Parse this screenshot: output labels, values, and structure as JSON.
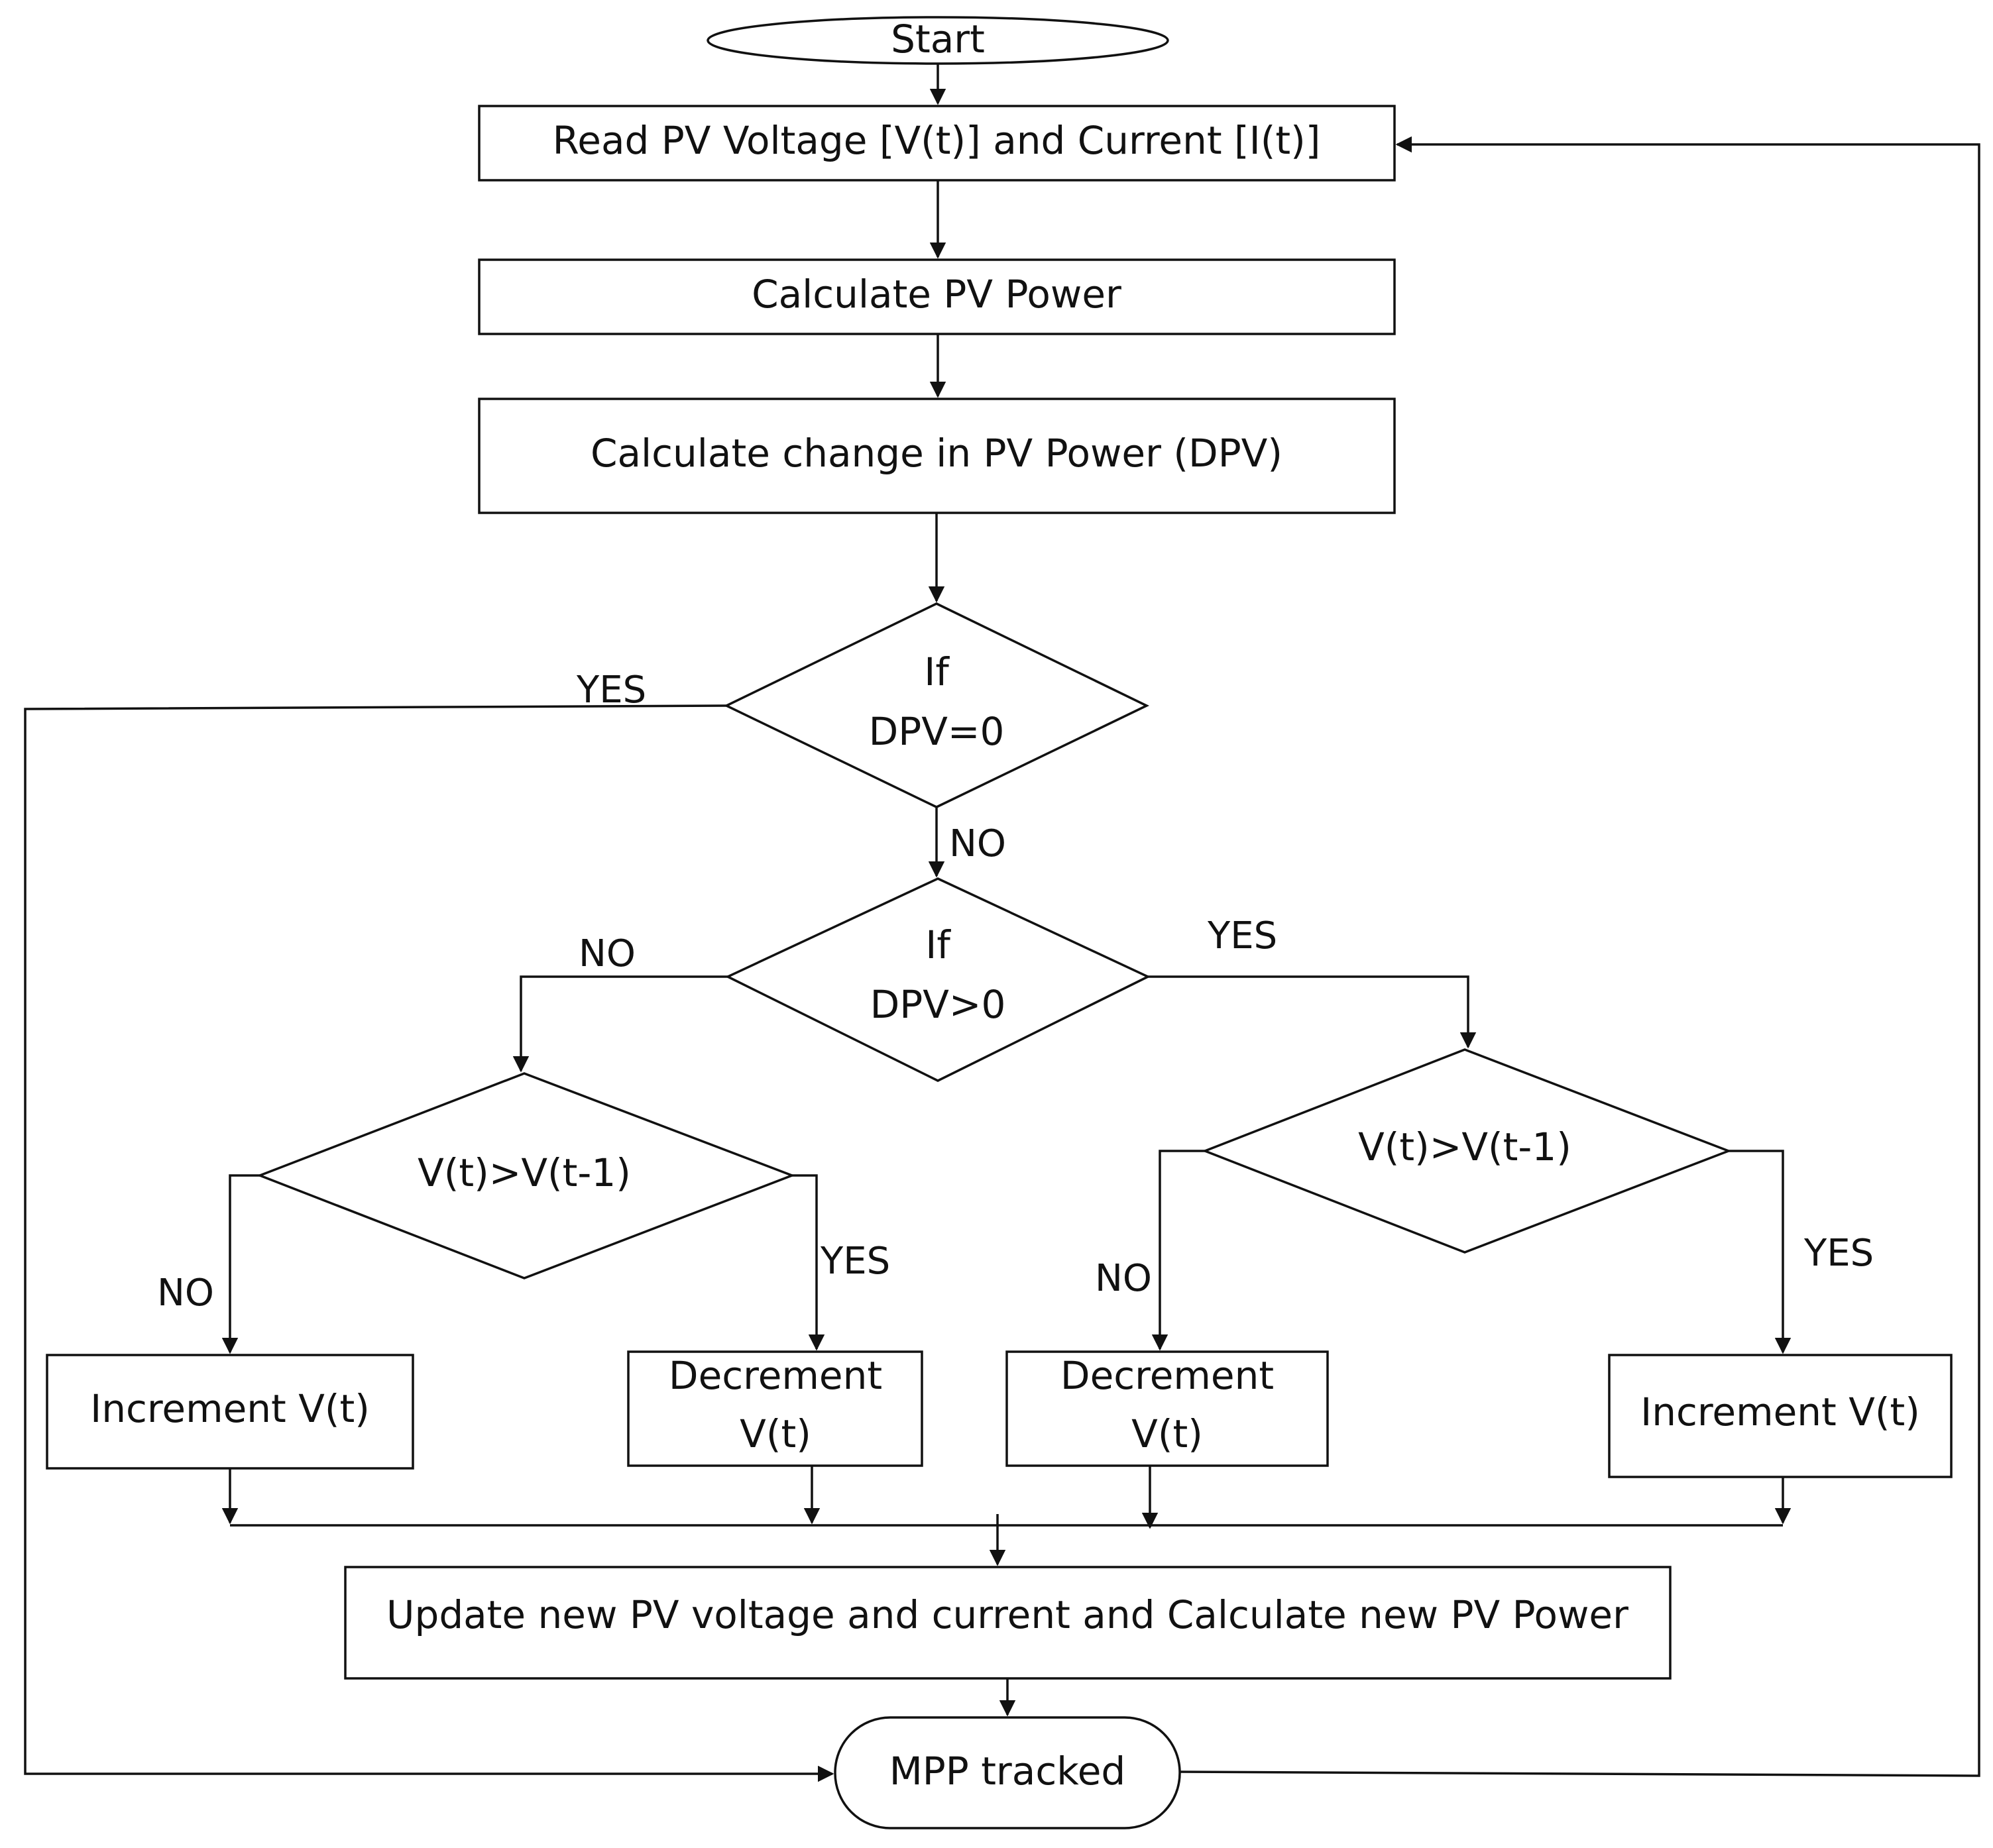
{
  "nodes": {
    "start": "Start",
    "read": "Read PV Voltage [V(t)] and Current [I(t)]",
    "calc_power": "Calculate PV Power",
    "calc_change": "Calculate change in PV Power (DPV)",
    "dpv_zero": [
      "If",
      "DPV=0"
    ],
    "dpv_pos": [
      "If",
      "DPV>0"
    ],
    "cmp_left": "V(t)>V(t-1)",
    "cmp_right": "V(t)>V(t-1)",
    "inc_left": "Increment V(t)",
    "dec_left": [
      "Decrement",
      "V(t)"
    ],
    "dec_right": [
      "Decrement",
      "V(t)"
    ],
    "inc_right": "Increment V(t)",
    "update": "Update new PV voltage and current and Calculate new PV Power",
    "mpp": "MPP tracked"
  },
  "edge_labels": {
    "zero_yes": "YES",
    "zero_no": "NO",
    "pos_no": "NO",
    "pos_yes": "YES",
    "left_no": "NO",
    "left_yes": "YES",
    "right_no": "NO",
    "right_yes": "YES"
  }
}
